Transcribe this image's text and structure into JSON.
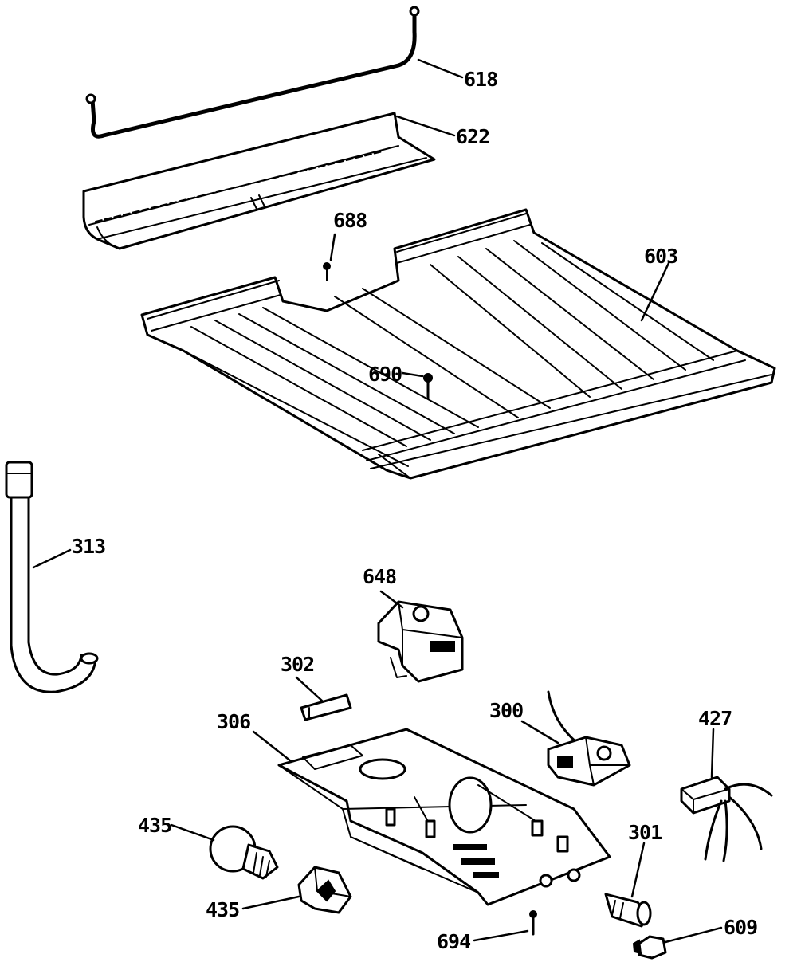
{
  "diagram": {
    "labels": {
      "p618": "618",
      "p622": "622",
      "p688": "688",
      "p603": "603",
      "p690": "690",
      "p313": "313",
      "p648": "648",
      "p302": "302",
      "p306": "306",
      "p300": "300",
      "p427": "427",
      "p435a": "435",
      "p301": "301",
      "p435b": "435",
      "p694": "694",
      "p609": "609"
    }
  }
}
